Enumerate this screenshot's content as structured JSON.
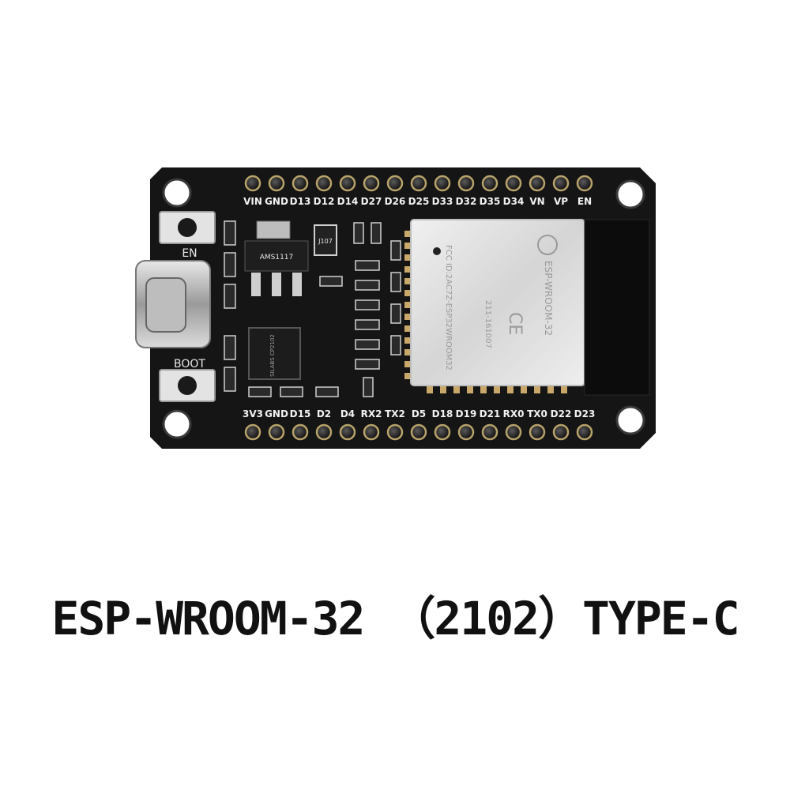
{
  "caption": "ESP-WROOM-32 （2102）TYPE-C",
  "board": {
    "top_pins": [
      "VIN",
      "GND",
      "D13",
      "D12",
      "D14",
      "D27",
      "D26",
      "D25",
      "D33",
      "D32",
      "D35",
      "D34",
      "VN",
      "VP",
      "EN"
    ],
    "bottom_pins": [
      "3V3",
      "GND",
      "D15",
      "D2",
      "D4",
      "RX2",
      "TX2",
      "D5",
      "D18",
      "D19",
      "D21",
      "RX0",
      "TX0",
      "D22",
      "D23"
    ],
    "en_button_label": "EN",
    "boot_button_label": "BOOT",
    "module_label": "ESP-WROOM-32",
    "module_fcc_text": "FCC ID:2AC7Z-ESP32WROOM32",
    "module_cert_text": "211-161007",
    "regulator_text": "AMS1117",
    "usb_chip_text": "SILABS CP2102",
    "crystal_text": "J107",
    "colors": {
      "pcb": "#151515",
      "silkscreen": "#e6e6e6",
      "module_shield": "#d9d9d9",
      "pins": "#b8a36a"
    }
  }
}
